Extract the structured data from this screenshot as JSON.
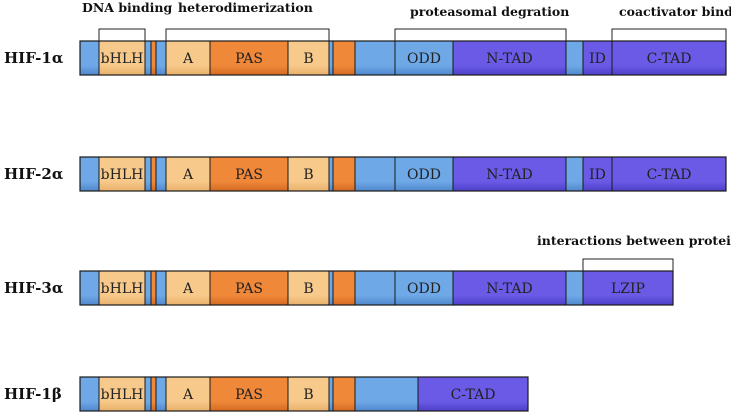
{
  "colors": {
    "blue": "#6fa8e6",
    "blue_shade": "#4f88cc",
    "light_orange": "#f7c98a",
    "light_orange_shade": "#e8b06a",
    "orange": "#f0883a",
    "orange_shade": "#d36a20",
    "purple": "#6a5ae6",
    "purple_shade": "#4d3fc8",
    "outline": "#1a1a1a",
    "text": "#222222"
  },
  "rows": [
    {
      "label": "HIF-1α",
      "segments": [
        {
          "color": "blue",
          "label": ""
        },
        {
          "color": "light_orange",
          "label": "bHLH"
        },
        {
          "color": "blue",
          "label": ""
        },
        {
          "color": "orange",
          "label": ""
        },
        {
          "color": "blue",
          "label": ""
        },
        {
          "color": "light_orange",
          "label": "A"
        },
        {
          "color": "orange",
          "label": "PAS"
        },
        {
          "color": "light_orange",
          "label": "B"
        },
        {
          "color": "blue",
          "label": ""
        },
        {
          "color": "orange",
          "label": ""
        },
        {
          "color": "blue",
          "label": ""
        },
        {
          "color": "blue",
          "label": "ODD"
        },
        {
          "color": "purple",
          "label": "N-TAD"
        },
        {
          "color": "blue",
          "label": ""
        },
        {
          "color": "purple",
          "label": "ID"
        },
        {
          "color": "blue",
          "label": ""
        },
        {
          "color": "purple",
          "label": "C-TAD"
        }
      ]
    },
    {
      "label": "HIF-2α",
      "segments": [
        {
          "color": "blue",
          "label": ""
        },
        {
          "color": "light_orange",
          "label": "bHLH"
        },
        {
          "color": "blue",
          "label": ""
        },
        {
          "color": "orange",
          "label": ""
        },
        {
          "color": "blue",
          "label": ""
        },
        {
          "color": "light_orange",
          "label": "A"
        },
        {
          "color": "orange",
          "label": "PAS"
        },
        {
          "color": "light_orange",
          "label": "B"
        },
        {
          "color": "blue",
          "label": ""
        },
        {
          "color": "orange",
          "label": ""
        },
        {
          "color": "blue",
          "label": ""
        },
        {
          "color": "blue",
          "label": "ODD"
        },
        {
          "color": "purple",
          "label": "N-TAD"
        },
        {
          "color": "blue",
          "label": ""
        },
        {
          "color": "purple",
          "label": "ID"
        },
        {
          "color": "blue",
          "label": ""
        },
        {
          "color": "purple",
          "label": "C-TAD"
        }
      ]
    },
    {
      "label": "HIF-3α",
      "segments": [
        {
          "color": "blue",
          "label": ""
        },
        {
          "color": "light_orange",
          "label": "bHLH"
        },
        {
          "color": "blue",
          "label": ""
        },
        {
          "color": "orange",
          "label": ""
        },
        {
          "color": "blue",
          "label": ""
        },
        {
          "color": "light_orange",
          "label": "A"
        },
        {
          "color": "orange",
          "label": "PAS"
        },
        {
          "color": "light_orange",
          "label": "B"
        },
        {
          "color": "blue",
          "label": ""
        },
        {
          "color": "orange",
          "label": ""
        },
        {
          "color": "blue",
          "label": ""
        },
        {
          "color": "blue",
          "label": "ODD"
        },
        {
          "color": "purple",
          "label": "N-TAD"
        },
        {
          "color": "blue",
          "label": ""
        },
        {
          "color": "purple",
          "label": "LZIP"
        }
      ]
    },
    {
      "label": "HIF-1β",
      "segments": [
        {
          "color": "blue",
          "label": ""
        },
        {
          "color": "light_orange",
          "label": "bHLH"
        },
        {
          "color": "blue",
          "label": ""
        },
        {
          "color": "orange",
          "label": ""
        },
        {
          "color": "blue",
          "label": ""
        },
        {
          "color": "light_orange",
          "label": "A"
        },
        {
          "color": "orange",
          "label": "PAS"
        },
        {
          "color": "light_orange",
          "label": "B"
        },
        {
          "color": "blue",
          "label": ""
        },
        {
          "color": "orange",
          "label": ""
        },
        {
          "color": "blue",
          "label": ""
        },
        {
          "color": "purple",
          "label": "C-TAD"
        }
      ]
    }
  ],
  "annotations": [
    {
      "label": "DNA binding"
    },
    {
      "label": "heterodimerization"
    },
    {
      "label": "proteasomal degration"
    },
    {
      "label": "coactivator binding"
    },
    {
      "label": "interactions between proteins"
    }
  ]
}
